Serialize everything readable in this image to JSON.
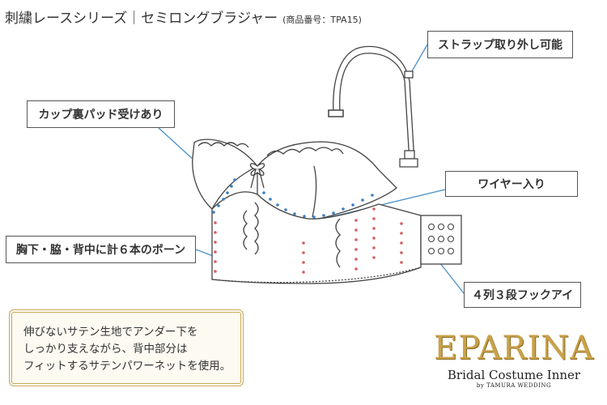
{
  "header": {
    "title": "刺繍レースシリーズ｜セミロングブラジャー",
    "product_code": "(商品番号：TPA15)"
  },
  "callouts": {
    "strap": "ストラップ取り外し可能",
    "pad": "カップ裏パッド受けあり",
    "wire": "ワイヤー入り",
    "bones": "胸下・脇・背中に計６本のボーン",
    "hooks": "４列３段フックアイ"
  },
  "note": {
    "lines": [
      "伸びないサテン生地でアンダー下を",
      "しっかり支えながら、背中部分は",
      "フィットするサテンパワーネットを使用。"
    ]
  },
  "brand": {
    "logo": "EPARINA",
    "subtitle": "Bridal Costume Inner",
    "byline": "by TAMURA WEDDING"
  },
  "colors": {
    "wire_dots": "#3a7fc1",
    "bone_dots": "#d46060",
    "leader_lines": "#4a90c8",
    "note_border": "#c9a85a",
    "logo_gold": "#c9a24b"
  }
}
